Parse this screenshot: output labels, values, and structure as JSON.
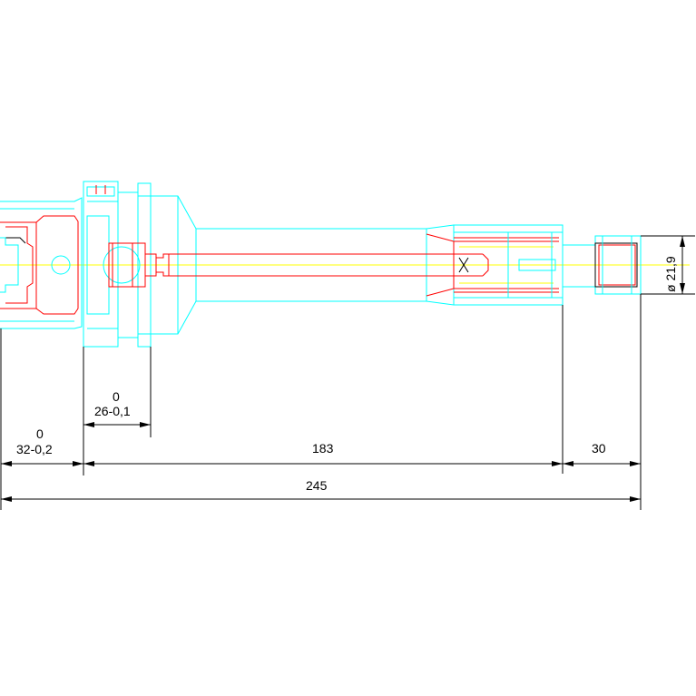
{
  "colors": {
    "outline": "#00ffff",
    "section": "#ff0000",
    "centerline": "#ffff00",
    "dimension": "#000000",
    "background": "#ffffff"
  },
  "dimensions": {
    "flange_tol_top": "0",
    "flange_tol_bottom": "32-0,2",
    "collar_tol_top": "0",
    "collar_tol_bottom": "26-0,1",
    "shank_length": "183",
    "nose_length": "30",
    "overall_length": "245",
    "diameter": "ø 21,9"
  }
}
